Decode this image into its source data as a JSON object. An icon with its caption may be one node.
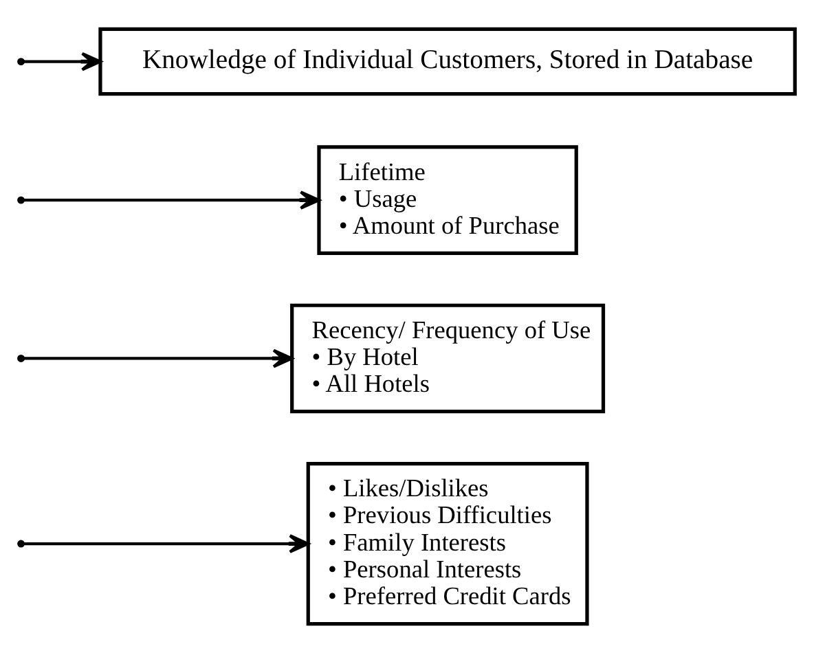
{
  "diagram": {
    "nodes": [
      {
        "text": [
          "• Likes/Dislikes",
          "• Previous Difficulties",
          "• Family Interests",
          "• Personal Interests",
          "• Preferred Credit Cards"
        ]
      },
      {
        "text": [
          "Recency/ Frequency of Use",
          "• By Hotel",
          "• All Hotels"
        ]
      },
      {
        "text": [
          "Lifetime",
          "• Usage",
          "• Amount of Purchase"
        ]
      },
      {
        "text": [
          "Knowledge of Individual Customers, Stored in Database"
        ]
      }
    ],
    "edges": [
      {
        "from": null,
        "to": 3,
        "arrow": "to"
      },
      {
        "from": null,
        "to": 1,
        "arrow": "to"
      },
      {
        "from": null,
        "to": 0,
        "arrow": "to"
      },
      {
        "from": null,
        "to": 2,
        "arrow": "to"
      }
    ]
  }
}
